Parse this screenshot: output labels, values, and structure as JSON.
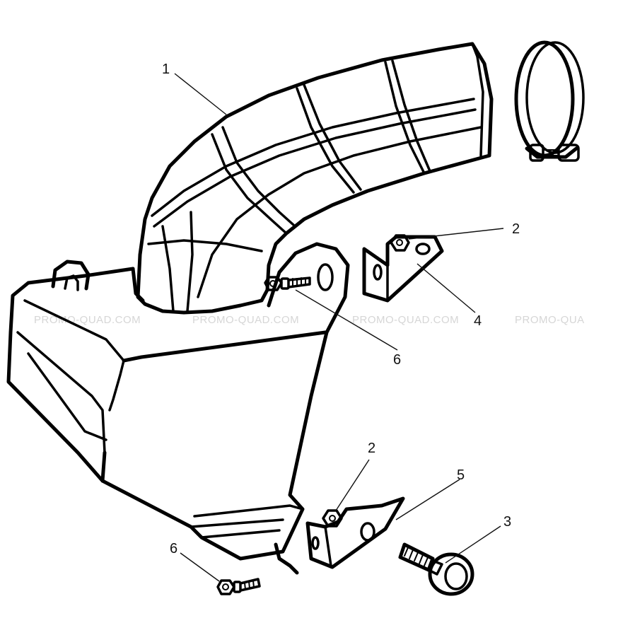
{
  "watermarks": [
    "PROMO-QUAD.COM",
    "PROMO-QUAD.COM",
    "PROMO-QUAD.COM",
    "PROMO-QUA"
  ],
  "callouts": [
    "1",
    "2",
    "4",
    "6",
    "2",
    "5",
    "3",
    "6"
  ],
  "parts": {
    "intake_duct": "intake-duct",
    "hose_clamp": "hose-clamp",
    "upper_bracket": "upper-bracket",
    "lower_bracket": "lower-bracket",
    "bolt_large": "flanged-bolt",
    "bolt_small_upper": "small-bolt",
    "bolt_small_lower": "small-bolt",
    "nut_upper": "clip-nut",
    "nut_lower": "clip-nut"
  }
}
